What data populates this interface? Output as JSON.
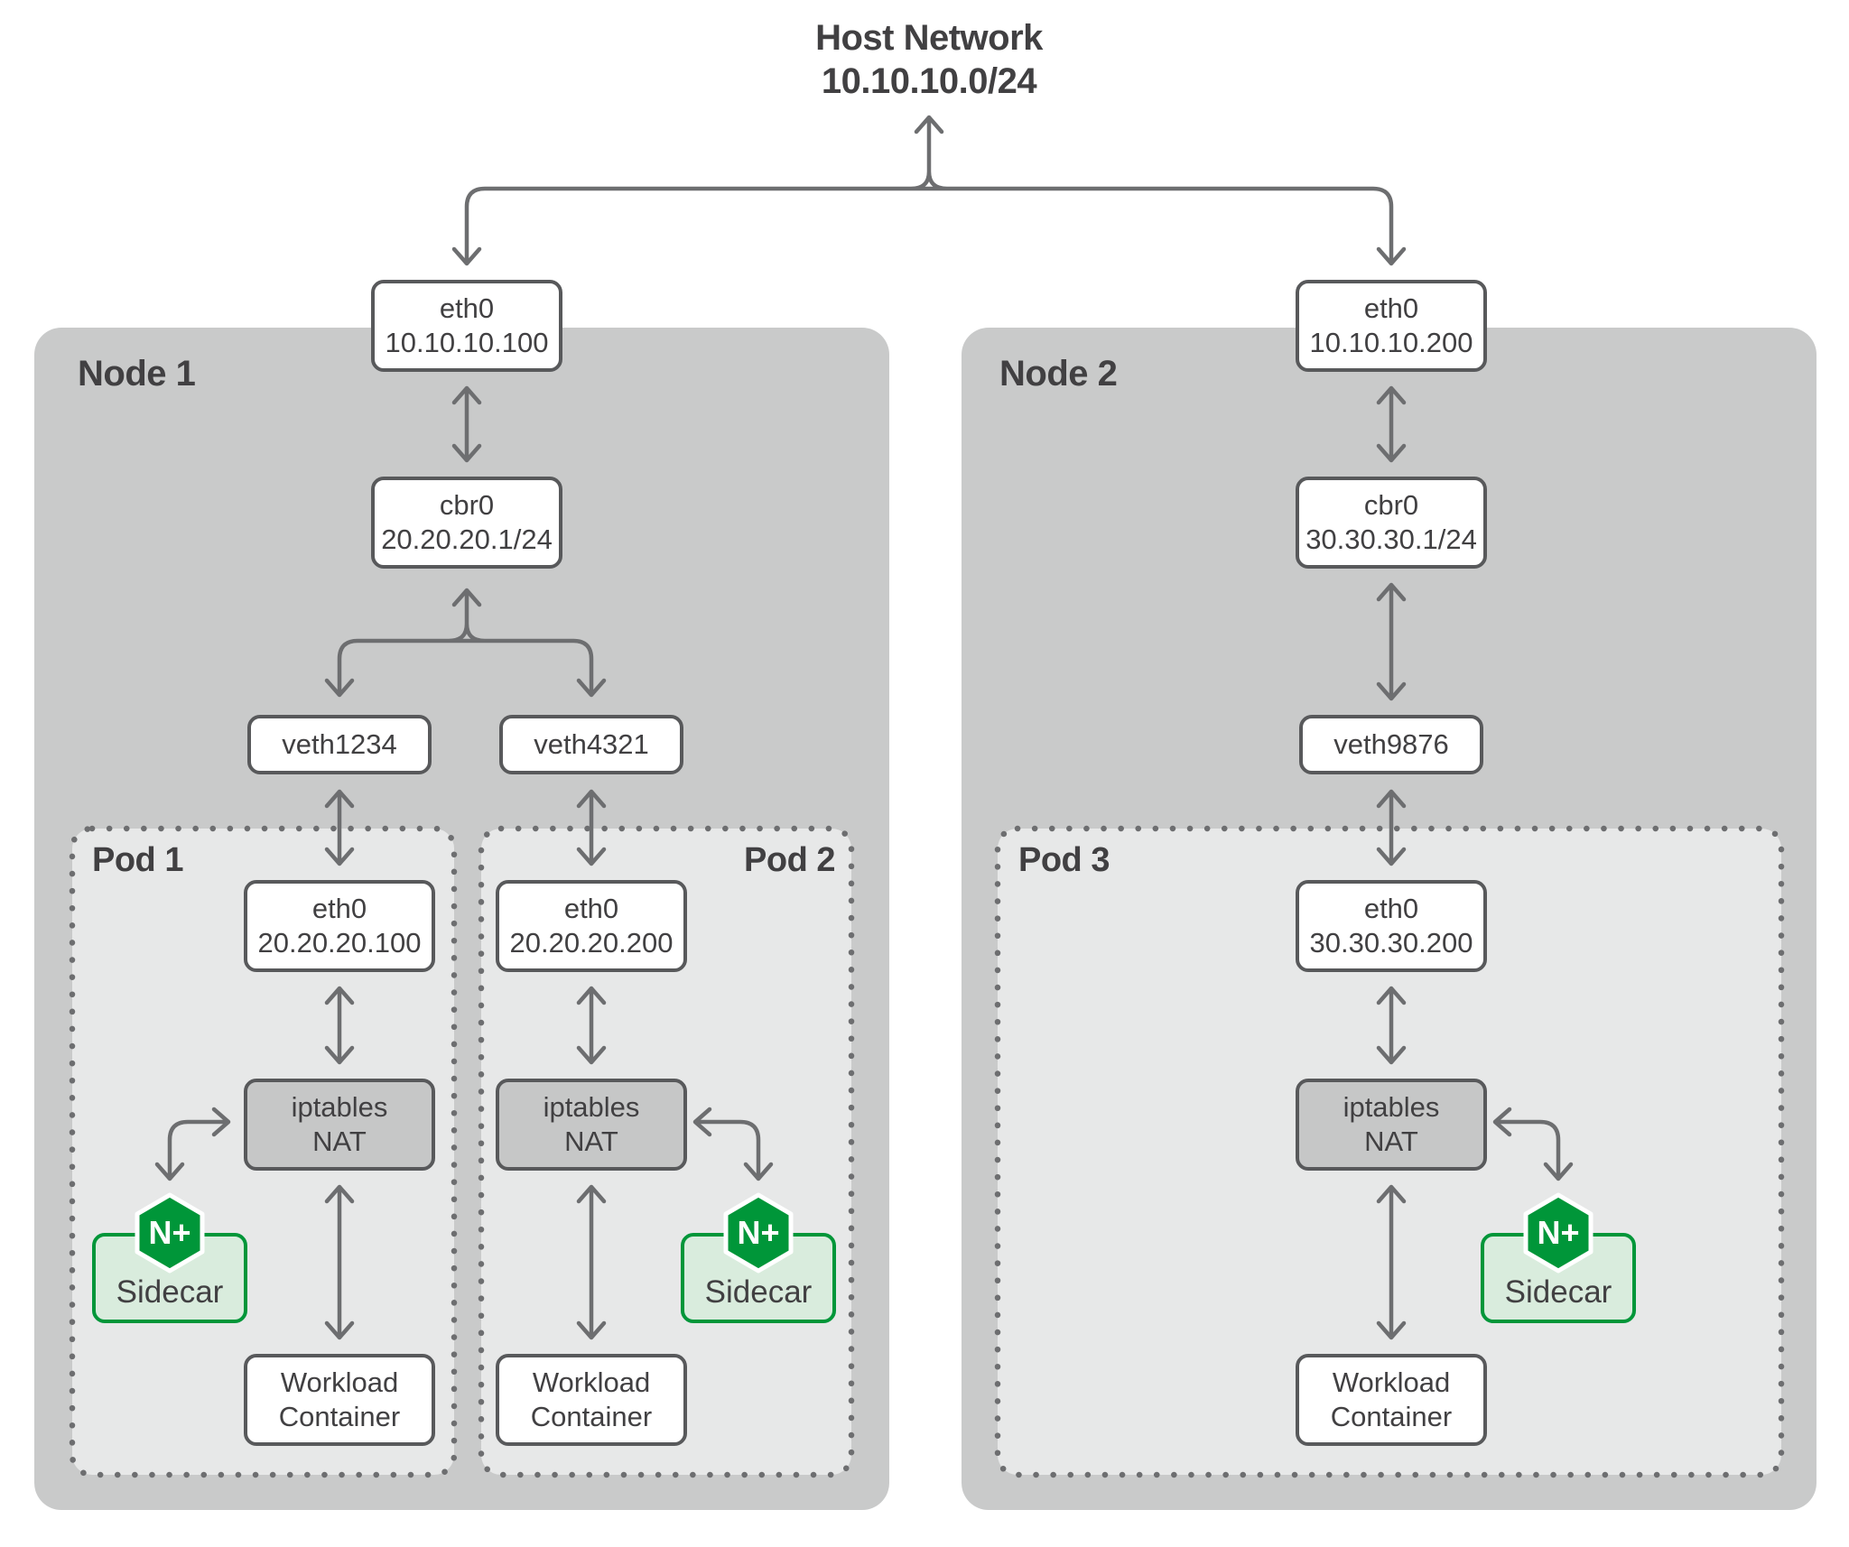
{
  "title": {
    "line1": "Host Network",
    "line2": "10.10.10.0/24"
  },
  "colors": {
    "nginx_green": "#009639",
    "sidecar_fill": "#d9ecdd",
    "node_fill": "#c9caca",
    "pod_fill": "#e7e8e8",
    "nat_fill": "#c6c7c7",
    "box_border": "#58595b",
    "arrow_gray": "#6d6e70",
    "text_gray": "#414042"
  },
  "nodes": [
    {
      "label": "Node 1",
      "eth0": {
        "line1": "eth0",
        "line2": "10.10.10.100"
      },
      "bridge": {
        "line1": "cbr0",
        "line2": "20.20.20.1/24"
      },
      "veths": [
        {
          "label": "veth1234"
        },
        {
          "label": "veth4321"
        }
      ],
      "pods": [
        {
          "label": "Pod 1",
          "eth0": {
            "line1": "eth0",
            "line2": "20.20.20.100"
          },
          "nat": {
            "line1": "iptables",
            "line2": "NAT"
          },
          "sidecar": {
            "logo": "N+",
            "label": "Sidecar"
          },
          "workload": {
            "line1": "Workload",
            "line2": "Container"
          }
        },
        {
          "label": "Pod 2",
          "eth0": {
            "line1": "eth0",
            "line2": "20.20.20.200"
          },
          "nat": {
            "line1": "iptables",
            "line2": "NAT"
          },
          "sidecar": {
            "logo": "N+",
            "label": "Sidecar"
          },
          "workload": {
            "line1": "Workload",
            "line2": "Container"
          }
        }
      ]
    },
    {
      "label": "Node 2",
      "eth0": {
        "line1": "eth0",
        "line2": "10.10.10.200"
      },
      "bridge": {
        "line1": "cbr0",
        "line2": "30.30.30.1/24"
      },
      "veths": [
        {
          "label": "veth9876"
        }
      ],
      "pods": [
        {
          "label": "Pod 3",
          "eth0": {
            "line1": "eth0",
            "line2": "30.30.30.200"
          },
          "nat": {
            "line1": "iptables",
            "line2": "NAT"
          },
          "sidecar": {
            "logo": "N+",
            "label": "Sidecar"
          },
          "workload": {
            "line1": "Workload",
            "line2": "Container"
          }
        }
      ]
    }
  ]
}
